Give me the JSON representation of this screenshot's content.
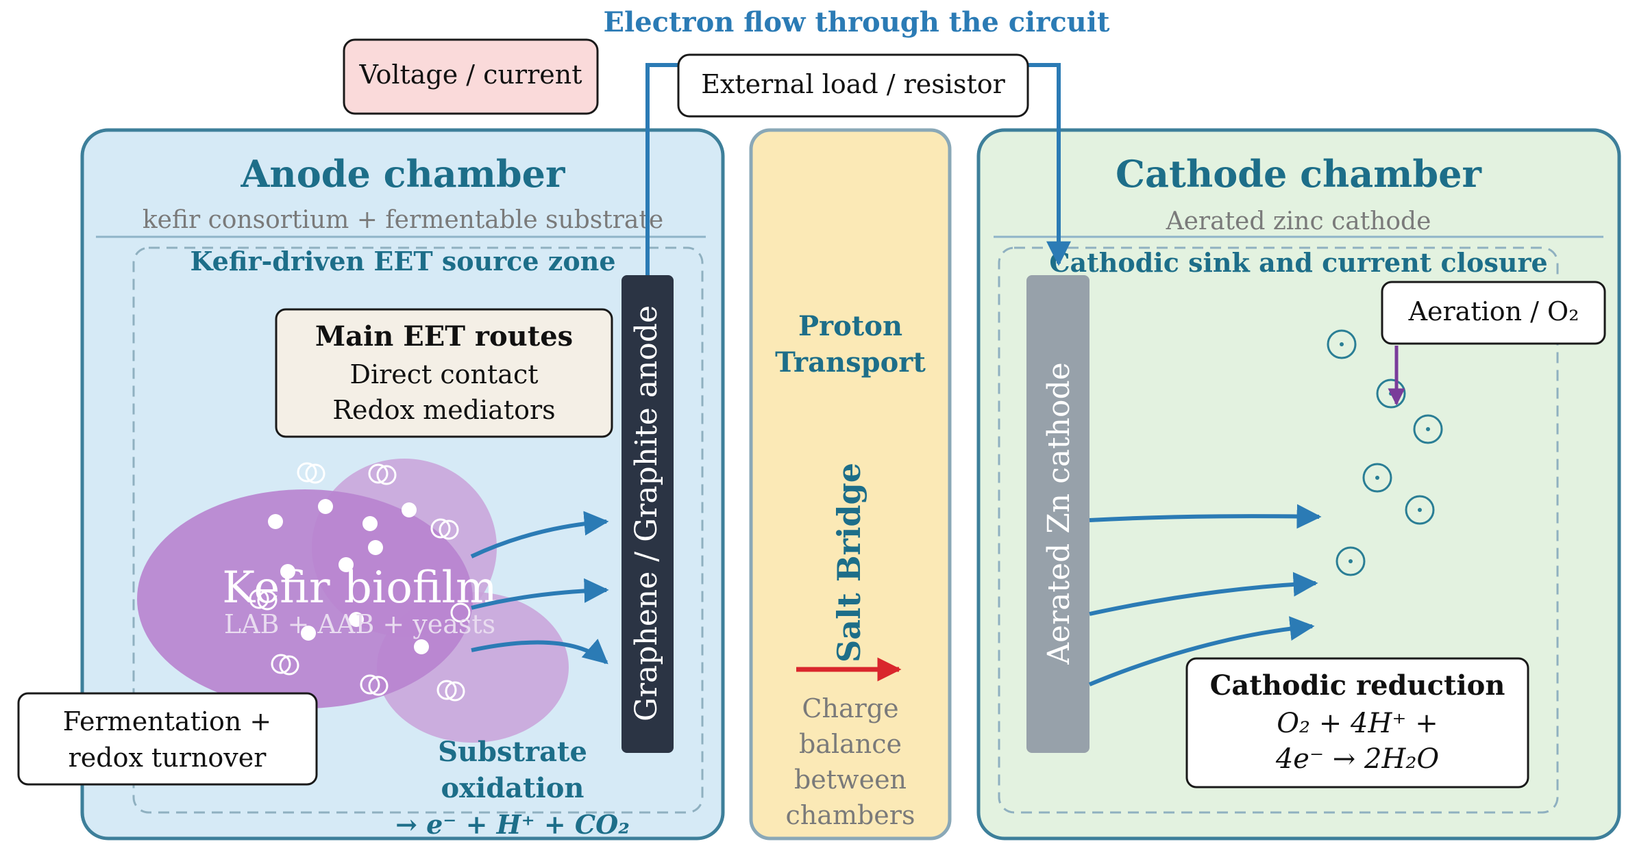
{
  "circuit": {
    "title": "Electron flow through the circuit",
    "voltage_label": "Voltage / current",
    "load_label": "External load / resistor"
  },
  "anode": {
    "title": "Anode chamber",
    "subtitle": "kefir consortium + fermentable substrate",
    "zone_title": "Kefir-driven EET source zone",
    "routes_title": "Main EET routes",
    "routes_lines": [
      "Direct contact",
      "Redox mediators"
    ],
    "biofilm_title": "Kefir biofilm",
    "biofilm_sub": "LAB + AAB + yeasts",
    "electrode_label": "Graphene / Graphite anode",
    "fermentation_lines": [
      "Fermentation +",
      "redox turnover"
    ],
    "oxidation_lines": [
      "Substrate",
      "oxidation"
    ],
    "oxidation_products": "→ e⁻ + H⁺ + CO₂"
  },
  "bridge": {
    "title_lines": [
      "Proton",
      "Transport"
    ],
    "salt_bridge_label": "Salt Bridge",
    "charge_lines": [
      "Charge",
      "balance",
      "between",
      "chambers"
    ]
  },
  "cathode": {
    "title": "Cathode chamber",
    "subtitle": "Aerated zinc cathode",
    "zone_title": "Cathodic sink and current closure",
    "electrode_label": "Aerated Zn cathode",
    "aeration_label": "Aeration / O₂",
    "reduction_title": "Cathodic reduction",
    "reduction_lines": [
      "O₂ + 4H⁺ +",
      "4e⁻ → 2H₂O"
    ]
  },
  "colors": {
    "anode_fill": "#d6eaf6",
    "bridge_fill": "#fbe9b6",
    "cathode_fill": "#e3f2e0",
    "chamber_border": "#3d7f9a",
    "circuit_wire": "#2b7bb5",
    "anode_electrode": "#2b3444",
    "cathode_electrode": "#97a1aa",
    "biofilm": "#b07fcc",
    "bridge_arrow": "#d9262c",
    "aeration_arrow": "#7a3c9a",
    "voltage_box": "#fadada"
  }
}
